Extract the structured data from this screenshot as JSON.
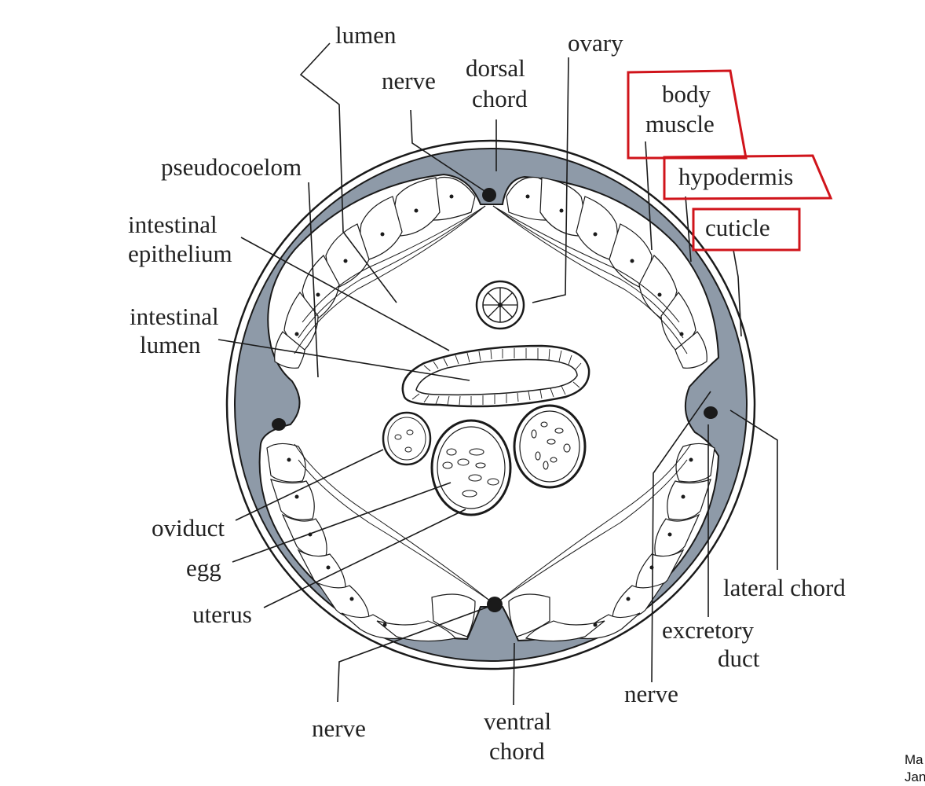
{
  "labels": {
    "lumen": "lumen",
    "nerve_top": "nerve",
    "dorsal_1": "dorsal",
    "dorsal_2": "chord",
    "ovary": "ovary",
    "body_muscle_1": "body",
    "body_muscle_2": "muscle",
    "hypodermis": "hypodermis",
    "cuticle": "cuticle",
    "pseudocoelom": "pseudocoelom",
    "intestinal_epithelium_1": "intestinal",
    "intestinal_epithelium_2": "epithelium",
    "intestinal_lumen_1": "intestinal",
    "intestinal_lumen_2": "lumen",
    "oviduct": "oviduct",
    "egg": "egg",
    "uterus": "uterus",
    "lateral_chord": "lateral chord",
    "excretory_1": "excretory",
    "excretory_2": "duct",
    "nerve_right": "nerve",
    "nerve_bottom": "nerve",
    "ventral_1": "ventral",
    "ventral_2": "chord"
  },
  "corner_text": {
    "line1": "Ma",
    "line2": "Jan"
  },
  "colors": {
    "chord_fill": "#8e9aa8",
    "highlight_box": "#d0141b",
    "ink": "#1a1a1a"
  }
}
